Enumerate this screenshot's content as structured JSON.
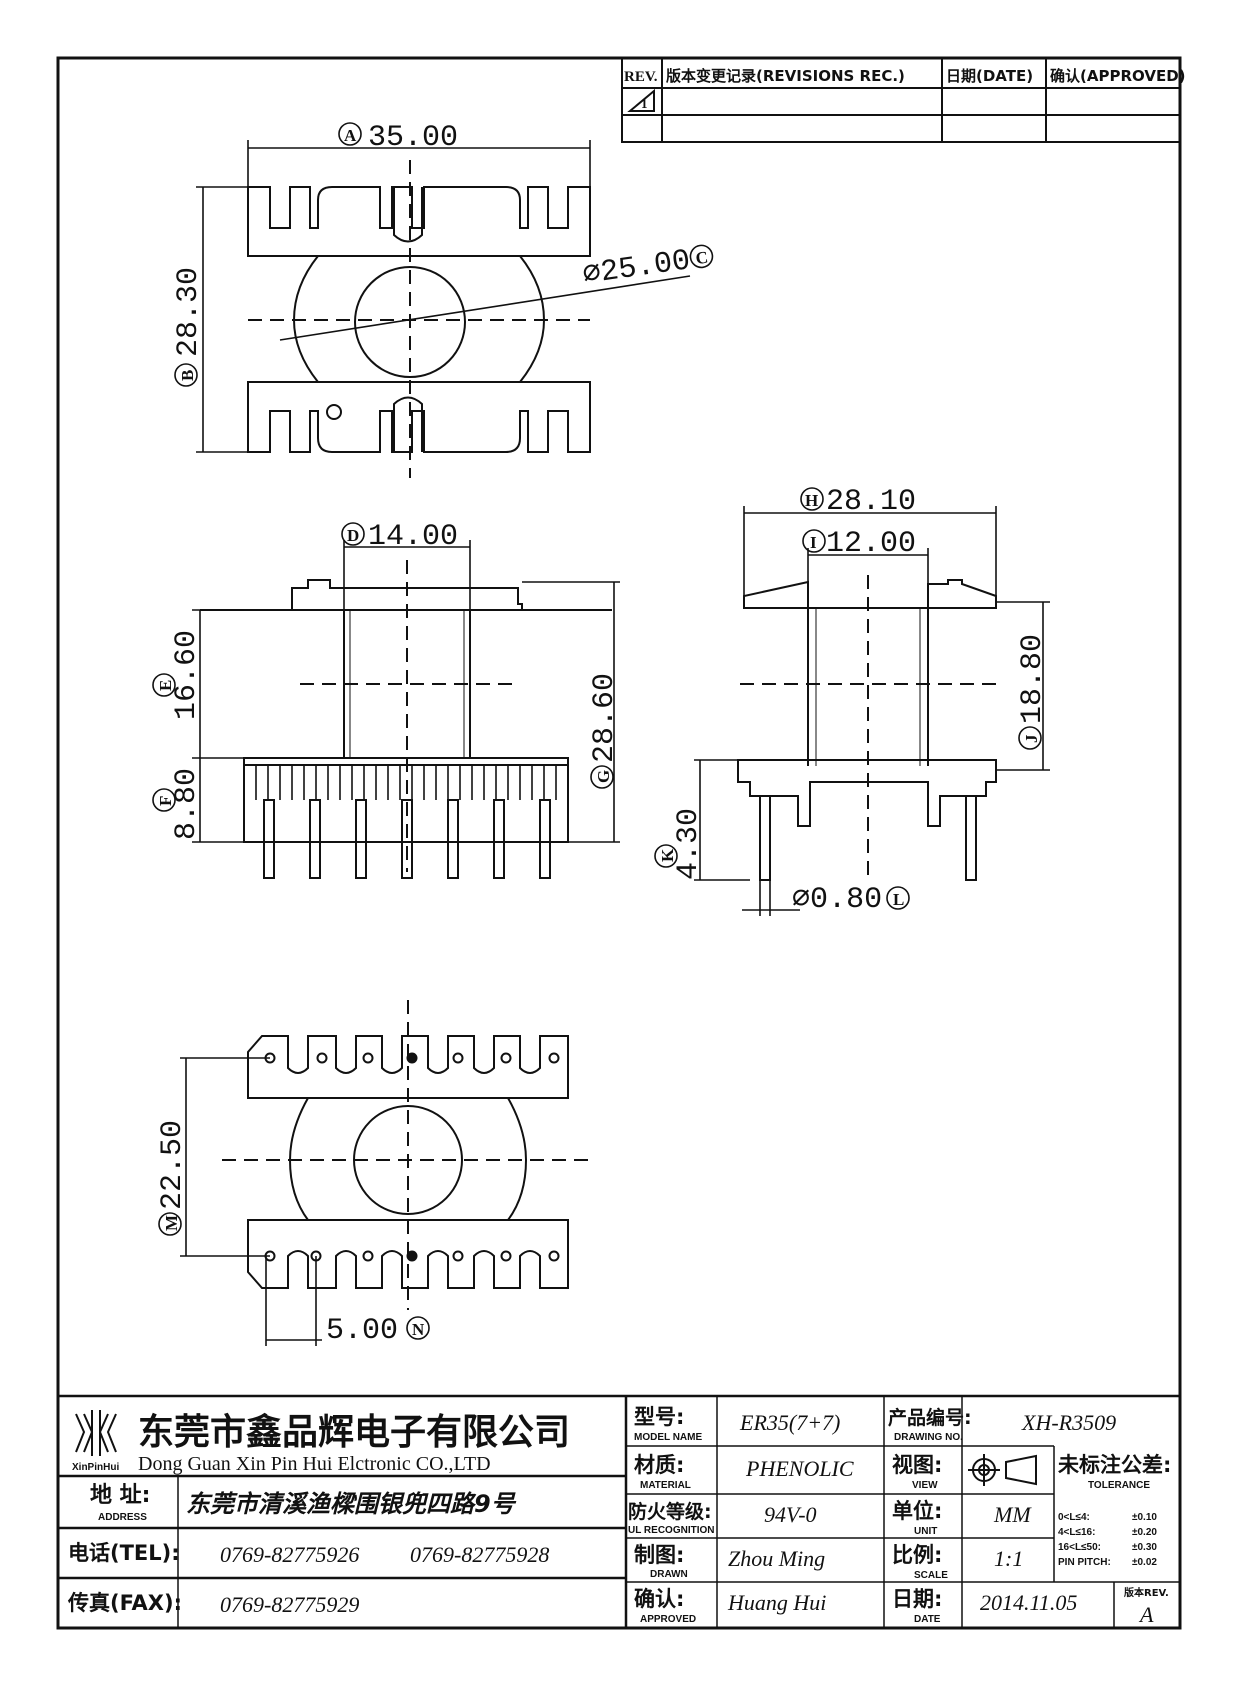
{
  "revision_table": {
    "rev": "REV.",
    "record": "版本变更记录(REVISIONS REC.)",
    "date": "日期(DATE)",
    "approved": "确认(APPROVED)",
    "rev_mark": "1"
  },
  "dimensions": {
    "A": {
      "letter": "A",
      "value": "35.00"
    },
    "B": {
      "letter": "B",
      "value": "28.30"
    },
    "C": {
      "letter": "C",
      "value": "⌀25.00"
    },
    "D": {
      "letter": "D",
      "value": "14.00"
    },
    "E": {
      "letter": "E",
      "value": "16.60"
    },
    "F": {
      "letter": "F",
      "value": "8.80"
    },
    "G": {
      "letter": "G",
      "value": "28.60"
    },
    "H": {
      "letter": "H",
      "value": "28.10"
    },
    "I": {
      "letter": "I",
      "value": "12.00"
    },
    "J": {
      "letter": "J",
      "value": "18.80"
    },
    "K": {
      "letter": "K",
      "value": "4.30"
    },
    "L": {
      "letter": "L",
      "value": "⌀0.80"
    },
    "M": {
      "letter": "M",
      "value": "22.50"
    },
    "N": {
      "letter": "N",
      "value": "5.00"
    }
  },
  "title_block": {
    "company_cn": "东莞市鑫品辉电子有限公司",
    "company_en": "Dong Guan Xin Pin Hui Elctronic CO.,LTD",
    "logo_text": "XinPinHui",
    "address_label": "地  址:",
    "address_label_en": "ADDRESS",
    "address": "东莞市清溪渔樑围银兜四路9号",
    "tel_label": "电话(TEL):",
    "tel1": "0769-82775926",
    "tel2": "0769-82775928",
    "fax_label": "传真(FAX):",
    "fax": "0769-82775929",
    "model_label": "型号:",
    "model_label_en": "MODEL NAME",
    "model": "ER35(7+7)",
    "material_label": "材质:",
    "material_label_en": "MATERIAL",
    "material": "PHENOLIC",
    "flame_label": "防火等级:",
    "flame_label_en": "UL RECOGNITION",
    "flame": "94V-0",
    "drawn_label": "制图:",
    "drawn_label_en": "DRAWN",
    "drawn": "Zhou Ming",
    "approved_label": "确认:",
    "approved_label_en": "APPROVED",
    "approved": "Huang Hui",
    "drawing_no_label": "产品编号:",
    "drawing_no_label_en": "DRAWING NO.",
    "drawing_no": "XH-R3509",
    "view_label": "视图:",
    "view_label_en": "VIEW",
    "unit_label": "单位:",
    "unit_label_en": "UNIT",
    "unit": "MM",
    "scale_label": "比例:",
    "scale_label_en": "SCALE",
    "scale": "1:1",
    "date_label": "日期:",
    "date_label_en": "DATE",
    "date": "2014.11.05",
    "tolerance_label": "未标注公差:",
    "tolerance_label_en": "TOLERANCE",
    "tolerances": [
      {
        "range": "0<L≤4:",
        "value": "±0.10"
      },
      {
        "range": "4<L≤16:",
        "value": "±0.20"
      },
      {
        "range": "16<L≤50:",
        "value": "±0.30"
      },
      {
        "range": "PIN PITCH:",
        "value": "±0.02"
      }
    ],
    "rev_label": "版本REV.",
    "rev": "A"
  }
}
